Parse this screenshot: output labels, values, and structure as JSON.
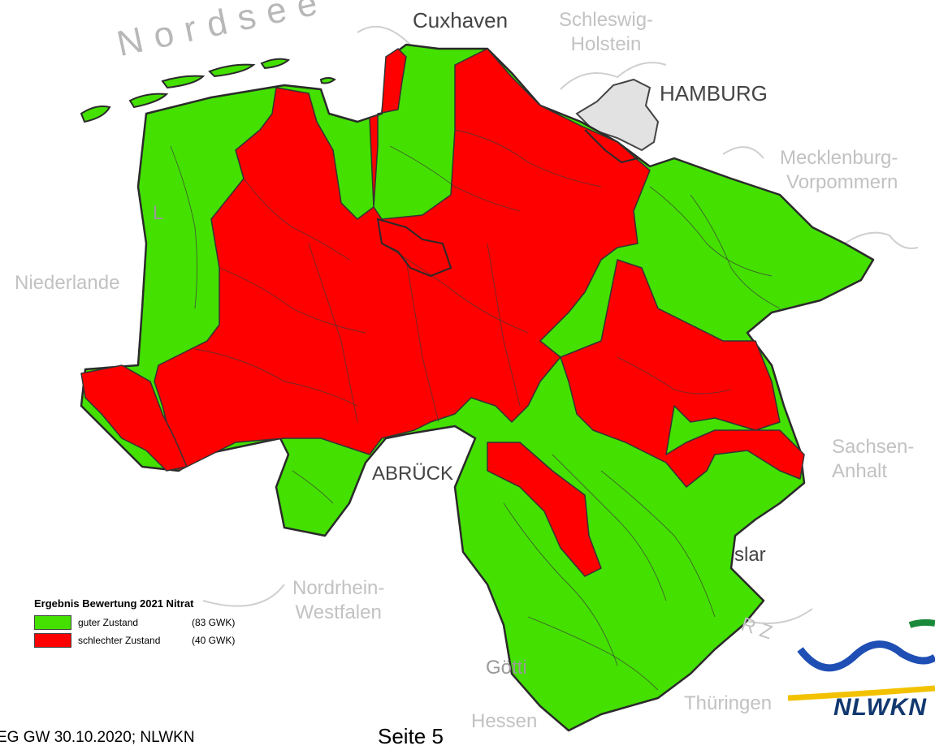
{
  "labels": {
    "nordsee": "Nordsee",
    "cuxhaven": "Cuxhaven",
    "schleswig": "Schleswig-\nHolstein",
    "hamburg": "HAMBURG",
    "mecklenburg": "Mecklenburg-\nVorpommern",
    "niederlande": "Niederlande",
    "l_partial": "L",
    "abrueck": "ABRÜCK",
    "nordrhein": "Nordrhein-\nWestfalen",
    "sachsen": "Sachsen-\nAnhalt",
    "slar": "slar",
    "goetti": "Götti",
    "thueringen": "Thüringen",
    "hessen": "Hessen",
    "rz": "R Z"
  },
  "legend": {
    "title": "Ergebnis Bewertung 2021 Nitrat",
    "items": [
      {
        "label": "guter Zustand",
        "count": "(83 GWK)",
        "color": "#44e000"
      },
      {
        "label": "schlechter Zustand",
        "count": "(40 GWK)",
        "color": "#fe0000"
      }
    ]
  },
  "colors": {
    "good": "#44e000",
    "bad": "#fe0000",
    "hamburg": "#e2e2e2",
    "border": "#2a2a2a"
  },
  "footer": {
    "left": "EG GW 30.10.2020; NLWKN",
    "page": "Seite 5"
  },
  "logo": {
    "text": "NLWKN"
  }
}
